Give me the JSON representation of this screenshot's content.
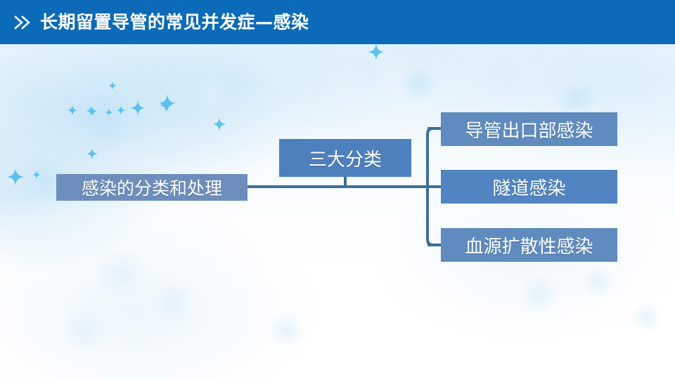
{
  "header": {
    "title": "长期留置导管的常见并发症—感染",
    "chevron_icon": "double-chevron-right-icon",
    "background_color": "#0b6bb8",
    "text_color": "#ffffff"
  },
  "diagram": {
    "type": "tree",
    "connector_color": "#3d6f96",
    "root": {
      "label": "感染的分类和处理",
      "color": "#6d8ebc"
    },
    "category": {
      "label": "三大分类",
      "color": "#4d80bd"
    },
    "leaves": [
      {
        "label": "导管出口部感染",
        "color": "#5f8bbe"
      },
      {
        "label": "隧道感染",
        "color": "#5184c0"
      },
      {
        "label": "血源扩散性感染",
        "color": "#5f8bbe"
      }
    ]
  },
  "background": {
    "base_color": "#fdfeff",
    "tint_color": "#eaf6fd",
    "sparkle_color": "#5bc0ef",
    "decor_icon": "sparkle-star-icon"
  }
}
